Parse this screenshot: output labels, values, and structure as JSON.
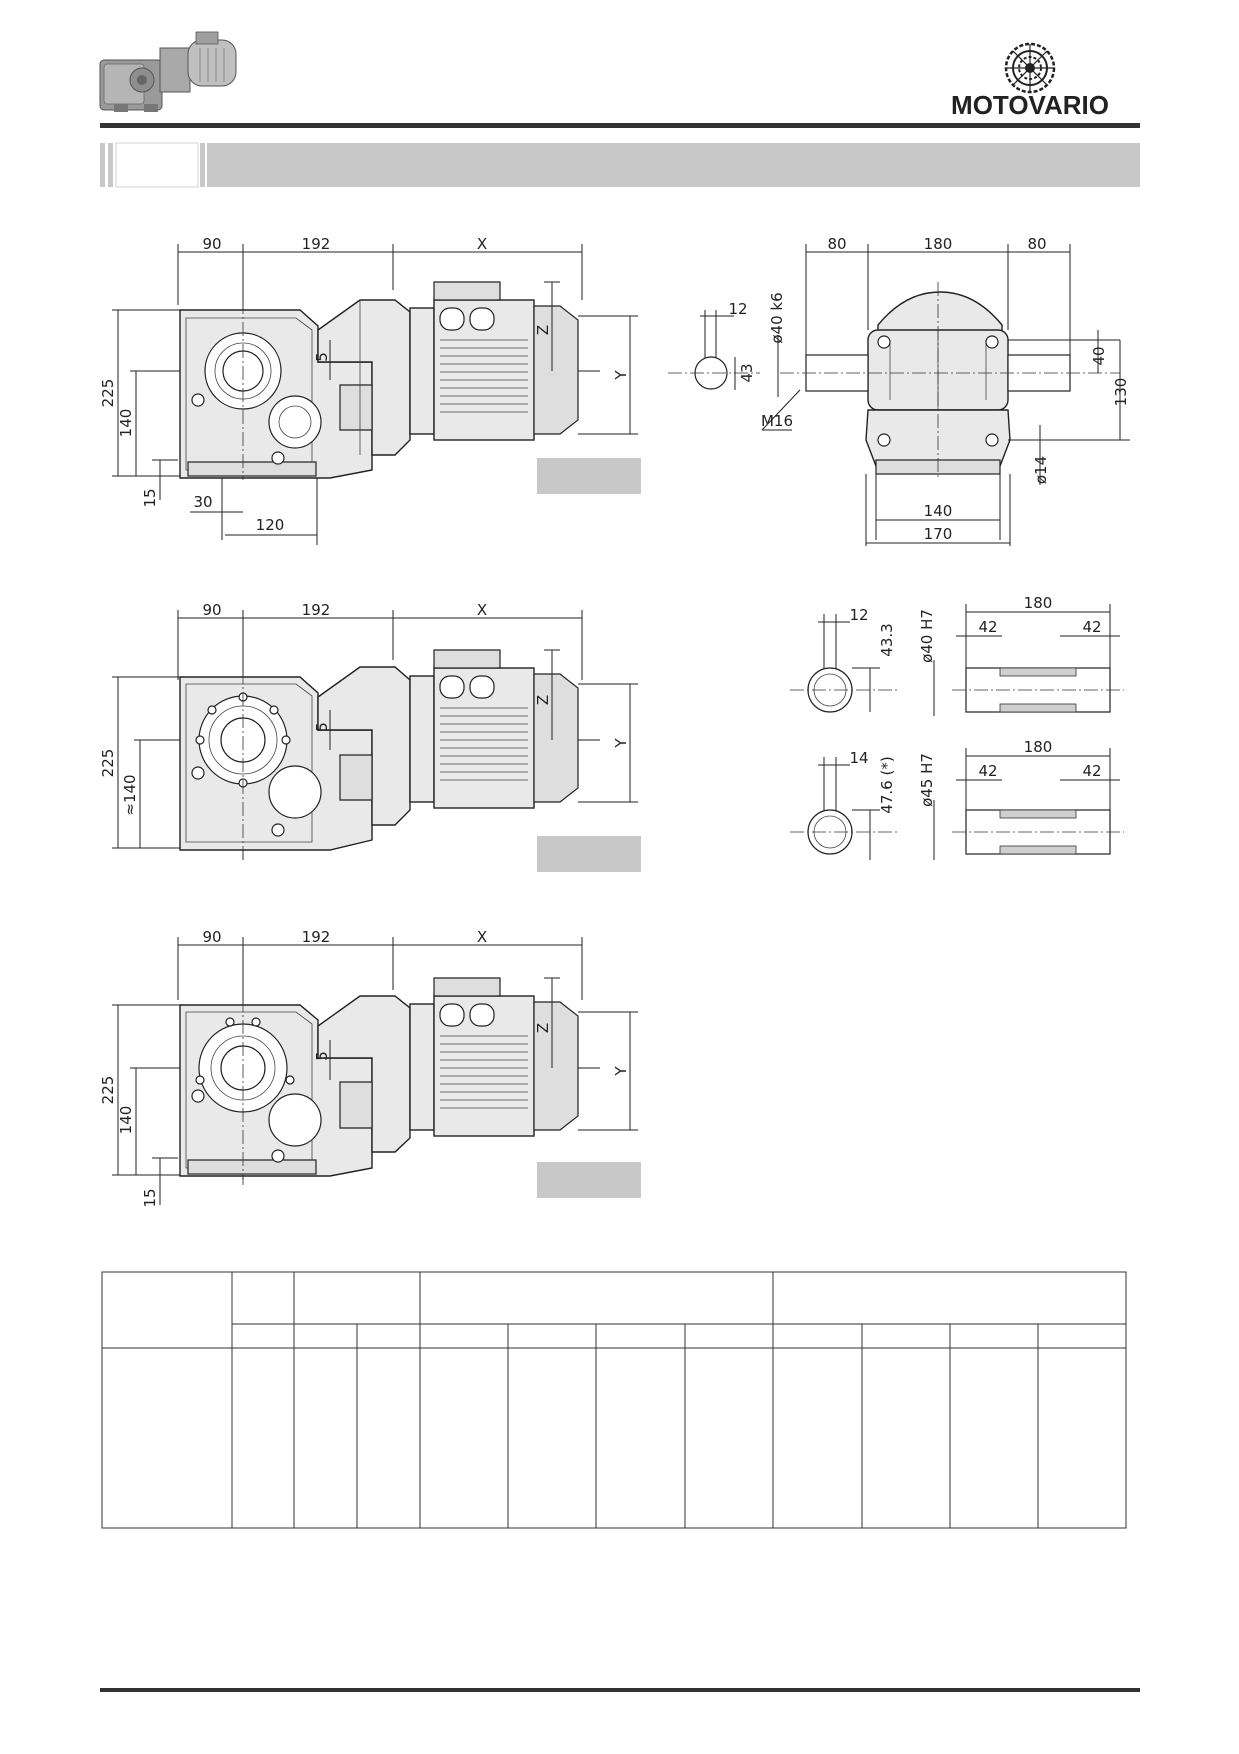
{
  "brand": {
    "name": "MOTOVARIO"
  },
  "drawing_1": {
    "top_dims": [
      "90",
      "192",
      "X"
    ],
    "left_dims": [
      "225",
      "140",
      "15"
    ],
    "bottom_dims": [
      "30",
      "120"
    ],
    "inner_dims": [
      "5",
      "Z",
      "Y"
    ]
  },
  "shaft_view": {
    "top_dims": [
      "80",
      "180",
      "80"
    ],
    "key_width": "12",
    "shaft_dia": "ø40 k6",
    "key_height": "43",
    "thread": "M16",
    "right_dims": [
      "40",
      "130"
    ],
    "hole_dia": "ø14",
    "bottom_dims": [
      "140",
      "170"
    ]
  },
  "drawing_2": {
    "top_dims": [
      "90",
      "192",
      "X"
    ],
    "left_dims": [
      "225",
      "≈140"
    ],
    "inner_dims": [
      "5",
      "Z",
      "Y"
    ]
  },
  "hollow_shaft_1": {
    "key_width": "12",
    "key_height": "43.3",
    "bore_dia": "ø40 H7",
    "length": "180",
    "end_a": "42",
    "end_b": "42"
  },
  "hollow_shaft_2": {
    "key_width": "14",
    "key_height": "47.6 (*)",
    "bore_dia": "ø45 H7",
    "length": "180",
    "end_a": "42",
    "end_b": "42"
  },
  "drawing_3": {
    "top_dims": [
      "90",
      "192",
      "X"
    ],
    "left_dims": [
      "225",
      "140",
      "15"
    ],
    "inner_dims": [
      "5",
      "Z",
      "Y"
    ]
  },
  "colors": {
    "band": "#c8c8c8",
    "rule": "#333333",
    "ink": "#222222"
  }
}
